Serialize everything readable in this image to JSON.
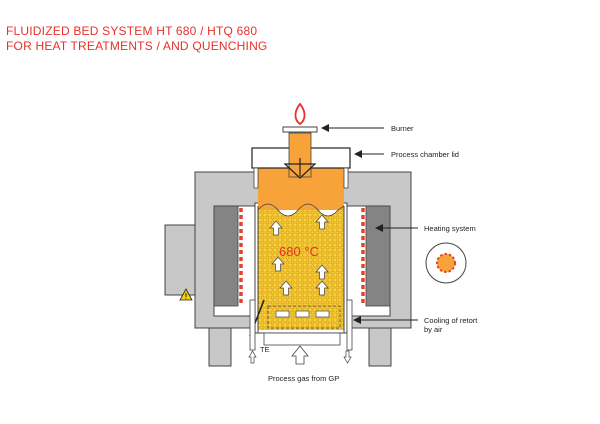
{
  "title": {
    "line1": "FLUIDIZED BED SYSTEM HT 680 / HTQ 680",
    "line2": "FOR HEAT TREATMENTS / AND QUENCHING"
  },
  "labels": {
    "burner": "Burner",
    "lid": "Process chamber lid",
    "heating": "Heating system",
    "cooling_line1": "Cooling of retort",
    "cooling_line2": "by air",
    "te": "TE",
    "process_gas": "Process gas from GP",
    "temperature": "680 °C"
  },
  "colors": {
    "title": "#e8312a",
    "furnace_gray": "#c8c8c8",
    "orange": "#f8a23a",
    "yellow_bed": "#f7cf3c",
    "heater_red": "#e2452a",
    "warning": "#f4d400"
  },
  "icons": [
    "flame-icon",
    "warning-icon",
    "heating-element-icon"
  ]
}
